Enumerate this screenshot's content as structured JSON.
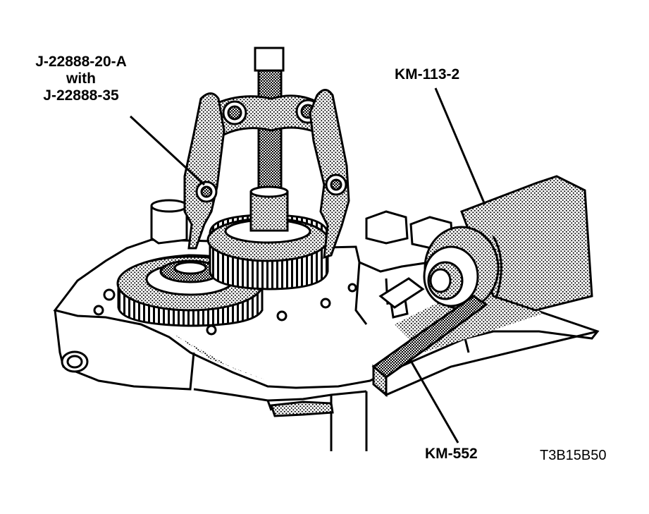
{
  "figure": {
    "callouts": {
      "puller_line1": "J-22888-20-A",
      "puller_line2": "with",
      "puller_line3": "J-22888-35",
      "km113": "KM-113-2",
      "km552": "KM-552"
    },
    "figure_id": "T3B15B50"
  },
  "colors": {
    "ink": "#000000",
    "paper": "#ffffff",
    "stipple": "#000000"
  }
}
